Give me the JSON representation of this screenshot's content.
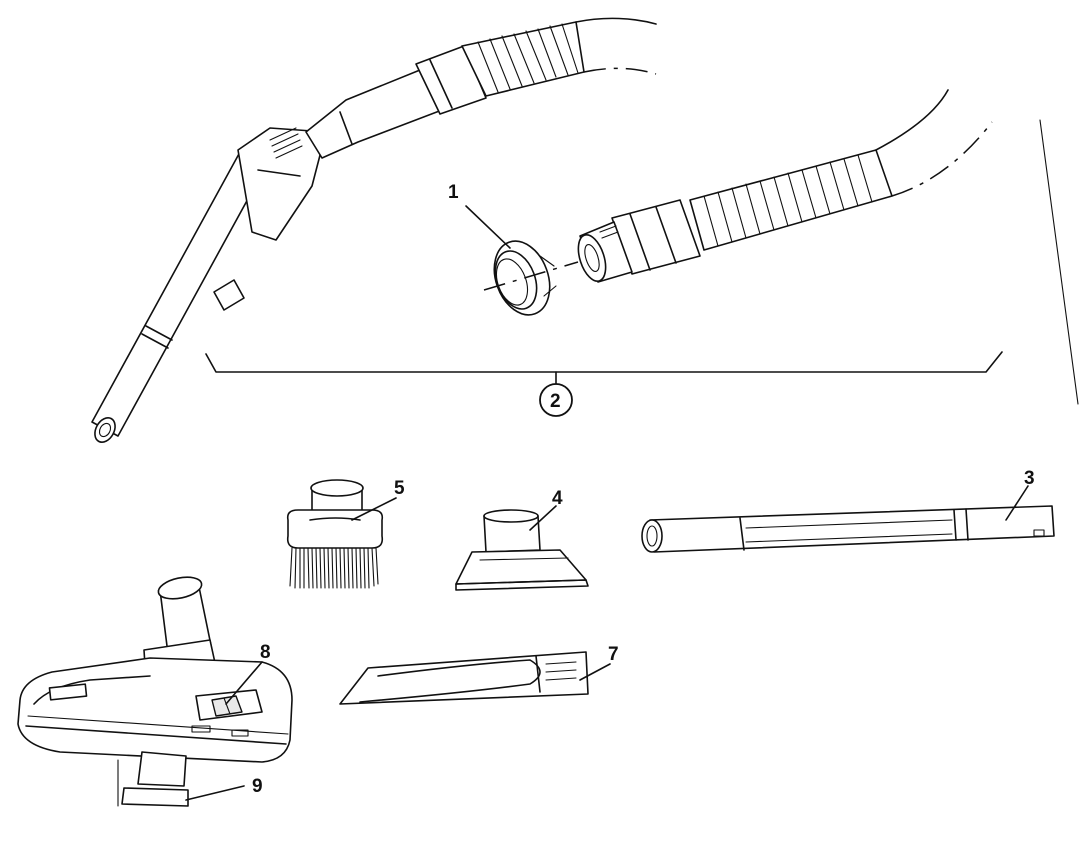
{
  "diagram": {
    "part_labels": [
      "1",
      "2",
      "3",
      "4",
      "5",
      "7",
      "8",
      "9"
    ]
  }
}
